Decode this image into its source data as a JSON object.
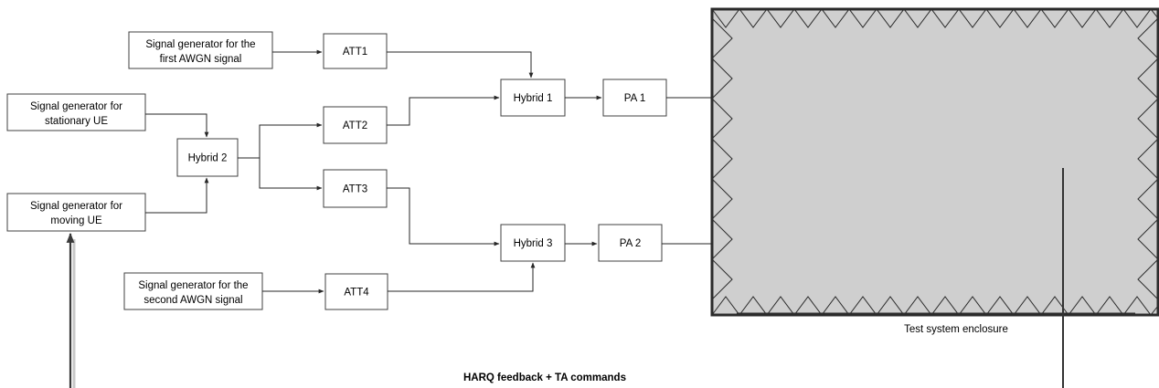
{
  "diagram": {
    "blocks": {
      "sg_awgn1": [
        "Signal generator for the",
        "first AWGN signal"
      ],
      "sg_stationary": [
        "Signal generator for",
        "stationary UE"
      ],
      "sg_moving": [
        "Signal generator for",
        "moving UE"
      ],
      "sg_awgn2": [
        "Signal generator for the",
        "second AWGN signal"
      ],
      "hybrid2": "Hybrid 2",
      "att1": "ATT1",
      "att2": "ATT2",
      "att3": "ATT3",
      "att4": "ATT4",
      "hybrid1": "Hybrid 1",
      "hybrid3": "Hybrid 3",
      "pa1": "PA 1",
      "pa2": "PA 2"
    },
    "enclosure_label": "Test system enclosure",
    "feedback_label": "HARQ feedback + TA commands",
    "colors": {
      "enclosure_fill": "#cfcfcf",
      "enclosure_border": "#2b2b2b",
      "box_stroke": "#404040",
      "line": "#262626"
    }
  }
}
